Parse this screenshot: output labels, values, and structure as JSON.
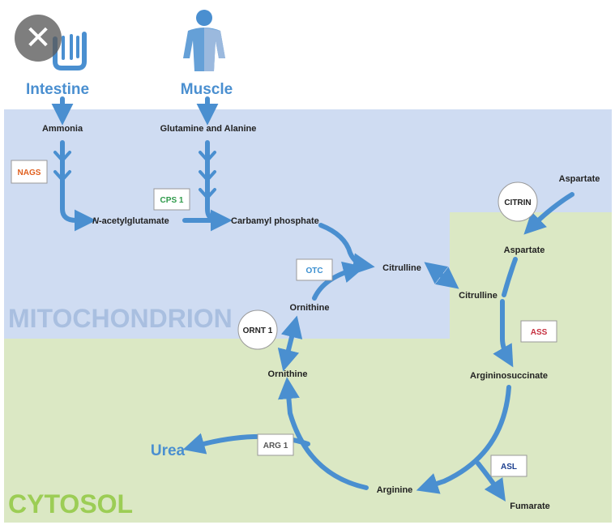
{
  "sources": {
    "intestine": "Intestine",
    "muscle": "Muscle"
  },
  "compartments": {
    "mitochondrion": "MITOCHONDRION",
    "cytosol": "CYTOSOL"
  },
  "metabolites": {
    "ammonia": "Ammonia",
    "glutamine_alanine": "Glutamine and Alanine",
    "n_acetylglutamate_prefix": "N",
    "n_acetylglutamate_rest": "-acetylglutamate",
    "carbamyl_phosphate": "Carbamyl phosphate",
    "citrulline_mito": "Citrulline",
    "ornithine_mito": "Ornithine",
    "ornithine_cyto": "Ornithine",
    "citrulline_cyto": "Citrulline",
    "aspartate_outer": "Aspartate",
    "aspartate_inner": "Aspartate",
    "argininosuccinate": "Argininosuccinate",
    "arginine": "Arginine",
    "fumarate": "Fumarate",
    "urea": "Urea"
  },
  "enzymes": {
    "nags": "NAGS",
    "cps1": "CPS 1",
    "otc": "OTC",
    "ass": "ASS",
    "asl": "ASL",
    "arg1": "ARG 1"
  },
  "transporters": {
    "citrin": "CITRIN",
    "ornt1": "ORNT 1"
  },
  "colors": {
    "arrow": "#4a8fd0",
    "mitochondrion_bg": "#cfdcf2",
    "cytosol_bg": "#dbe8c4",
    "mitochondrion_text": "#a9bfe0",
    "cytosol_text": "#9ccd55",
    "nags": "#e0601f",
    "cps1": "#2f9a4a",
    "otc": "#3b8fd0",
    "ass": "#c62f3f",
    "asl": "#1c3f8f",
    "arg1": "#555555"
  },
  "controls": {
    "close_icon": "close-icon"
  }
}
